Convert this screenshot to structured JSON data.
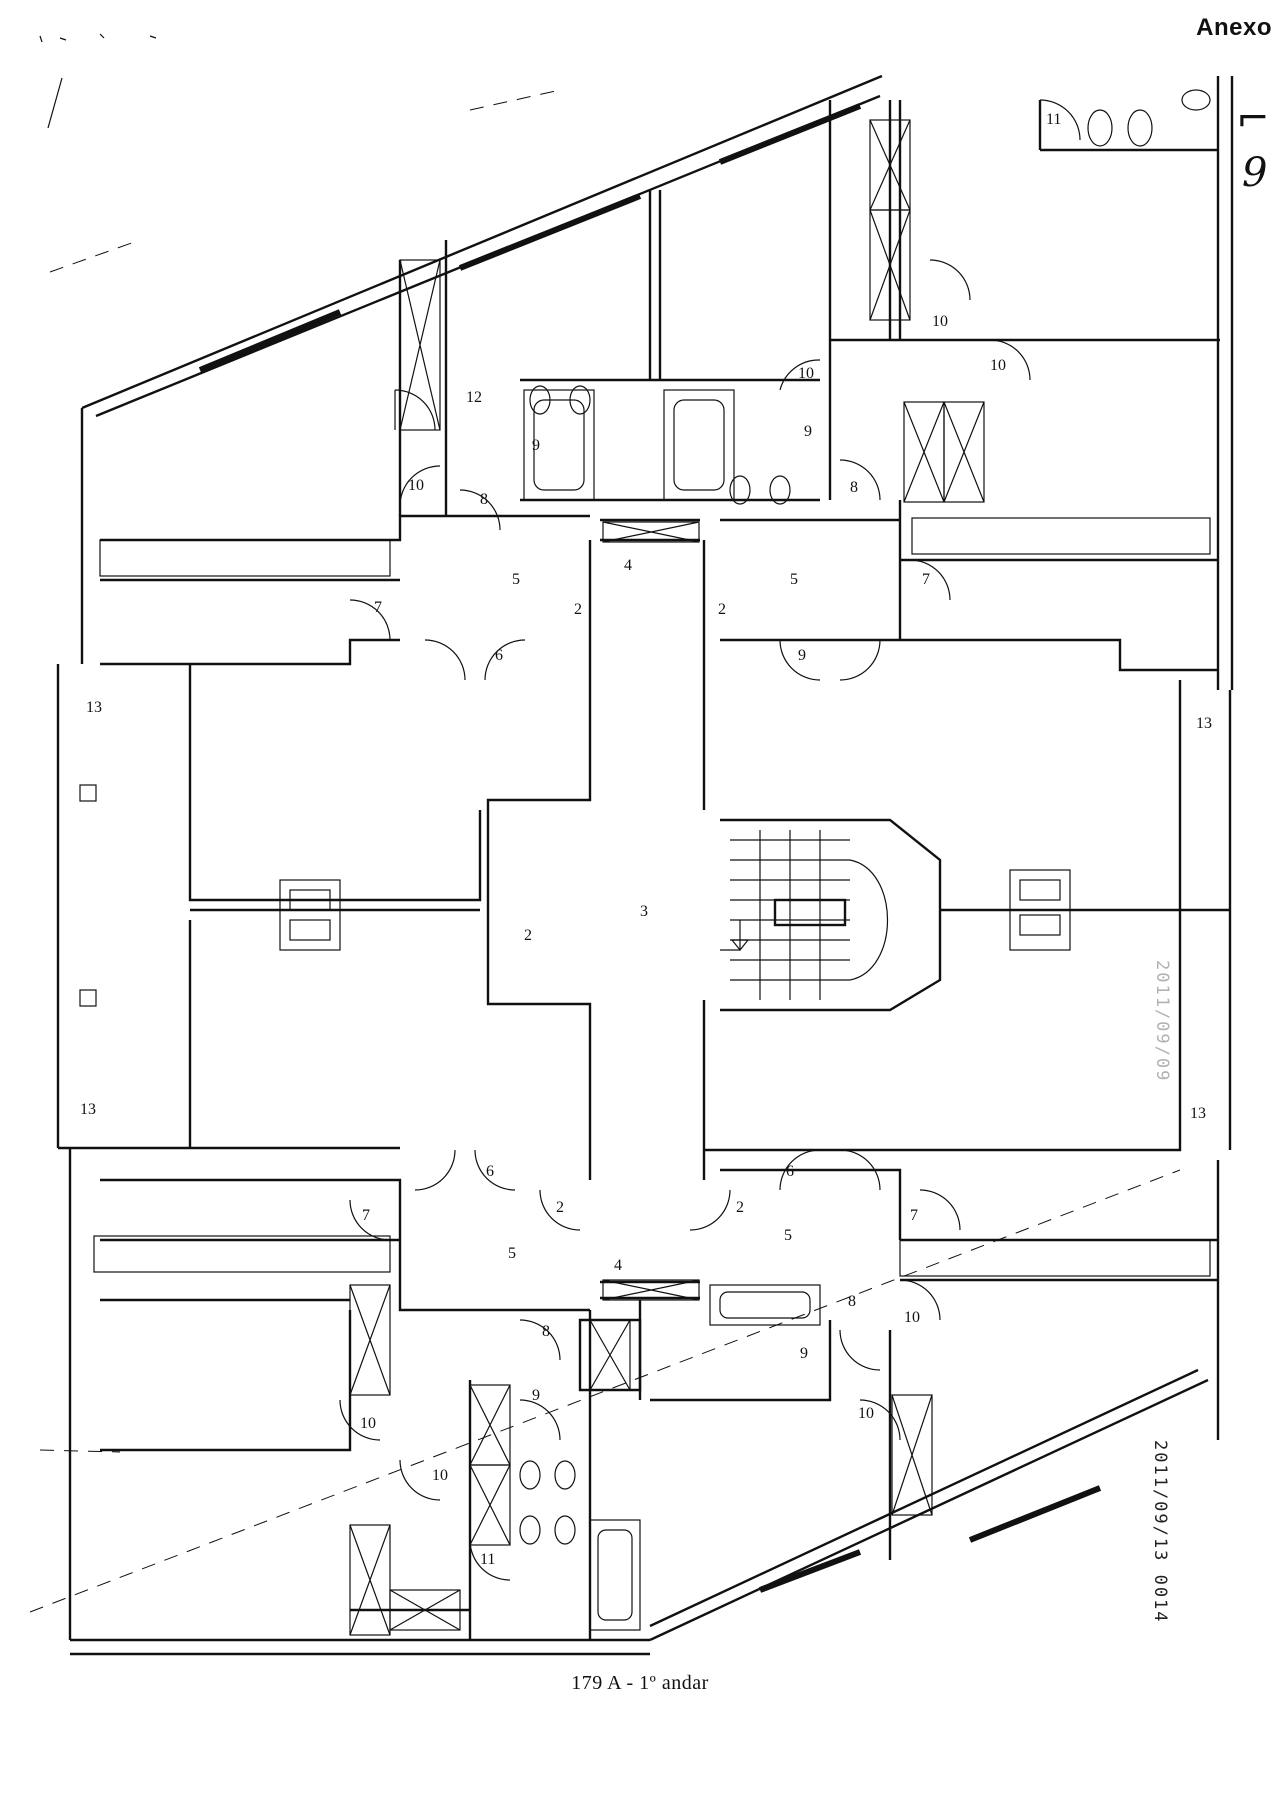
{
  "header": {
    "annex_label": "Anexo"
  },
  "footer": {
    "caption": "179 A - 1º andar"
  },
  "stamps": {
    "date_stamp": "2011/09/13 0014",
    "faded_stamp": "2011/09/09"
  },
  "handwriting": {
    "margin_mark": "9"
  },
  "room_labels": {
    "r13_nw": "13",
    "r13_sw": "13",
    "r13_ne": "13",
    "r13_se": "13",
    "r12": "12",
    "r10_a": "10",
    "r8_a": "8",
    "r9_a": "9",
    "r7_a": "7",
    "r5_a": "5",
    "r2_a": "2",
    "r4_top": "4",
    "r6_a": "6",
    "r10_ne1": "10",
    "r10_ne2": "10",
    "r10_ne3": "10",
    "r11_ne": "11",
    "r9_b": "9",
    "r8_b": "8",
    "r5_b": "5",
    "r2_b": "2",
    "r7_b": "7",
    "r9_c": "9",
    "r2_center": "2",
    "r3_center": "3",
    "r6_sw": "6",
    "r7_sw": "7",
    "r2_sw": "2",
    "r5_sw": "5",
    "r8_sw": "8",
    "r9_sw": "9",
    "r10_sw1": "10",
    "r10_sw2": "10",
    "r11_sw": "11",
    "r4_bottom": "4",
    "r6_se": "6",
    "r2_se": "2",
    "r5_se": "5",
    "r7_se": "7",
    "r8_se": "8",
    "r9_se": "9",
    "r10_se1": "10",
    "r10_se2": "10"
  }
}
